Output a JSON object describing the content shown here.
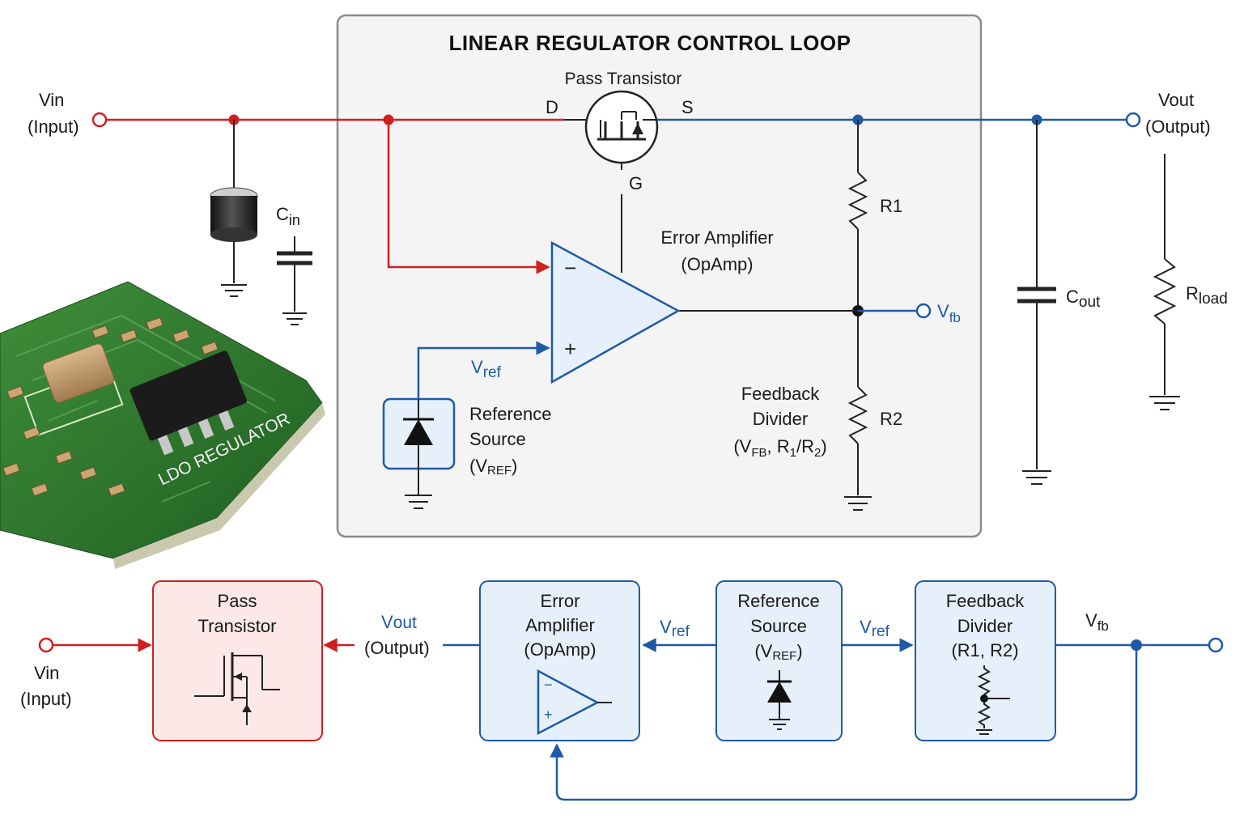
{
  "title": "LINEAR REGULATOR CONTROL LOOP",
  "colors": {
    "input_wire": "#d11f1f",
    "output_wire": "#1f5aa6",
    "panel_bg": "#f4f4f4",
    "pass_block_bg": "#fde8e8",
    "loop_block_bg": "#e6f0fb"
  },
  "schematic": {
    "vin": {
      "name": "Vin",
      "sub": "(Input)"
    },
    "vout": {
      "main": "V",
      "sub_script": "out",
      "sub": "(Output)"
    },
    "cin": {
      "main": "C",
      "sub_script": "in"
    },
    "cout": {
      "main": "C",
      "sub_script": "out"
    },
    "rload": {
      "main": "R",
      "sub_script": "load"
    },
    "pass_transistor": {
      "label": "Pass Transistor",
      "drain": "D",
      "source": "S",
      "gate": "G"
    },
    "error_amp": {
      "line1": "Error Amplifier",
      "line2": "(OpAmp)",
      "minus": "−",
      "plus": "+"
    },
    "vref": {
      "main": "V",
      "sub_script": "ref"
    },
    "reference_source": {
      "line1": "Reference",
      "line2": "Source",
      "line3_open": "(V",
      "line3_sub": "REF",
      "line3_close": ")"
    },
    "r1": "R1",
    "r2": "R2",
    "vfb": {
      "main": "V",
      "sub_script": "fb"
    },
    "feedback_divider": {
      "line1": "Feedback",
      "line2": "Divider",
      "line3_a": "(V",
      "line3_sub1": "FB",
      "line3_b": ", R",
      "line3_sub2": "1",
      "line3_c": "/R",
      "line3_sub3": "2",
      "line3_d": ")"
    },
    "pcb_label": "LDO REGULATOR"
  },
  "block_diagram": {
    "vin": {
      "name": "Vin",
      "sub": "(Input)"
    },
    "pass": {
      "line1": "Pass",
      "line2": "Transistor"
    },
    "vout": {
      "main": "V",
      "sub_script": "out",
      "sub": "(Output)"
    },
    "error_amp": {
      "line1": "Error",
      "line2": "Amplifier",
      "line3": "(OpAmp)",
      "minus": "−",
      "plus": "+"
    },
    "vref_left": {
      "main": "V",
      "sub_script": "ref"
    },
    "reference": {
      "line1": "Reference",
      "line2": "Source",
      "line3_open": "(V",
      "line3_sub": "REF",
      "line3_close": ")"
    },
    "vref_right": {
      "main": "V",
      "sub_script": "ref"
    },
    "feedback": {
      "line1": "Feedback",
      "line2": "Divider",
      "line3": "(R1, R2)"
    },
    "vfb": {
      "main": "V",
      "sub_script": "fb"
    }
  }
}
